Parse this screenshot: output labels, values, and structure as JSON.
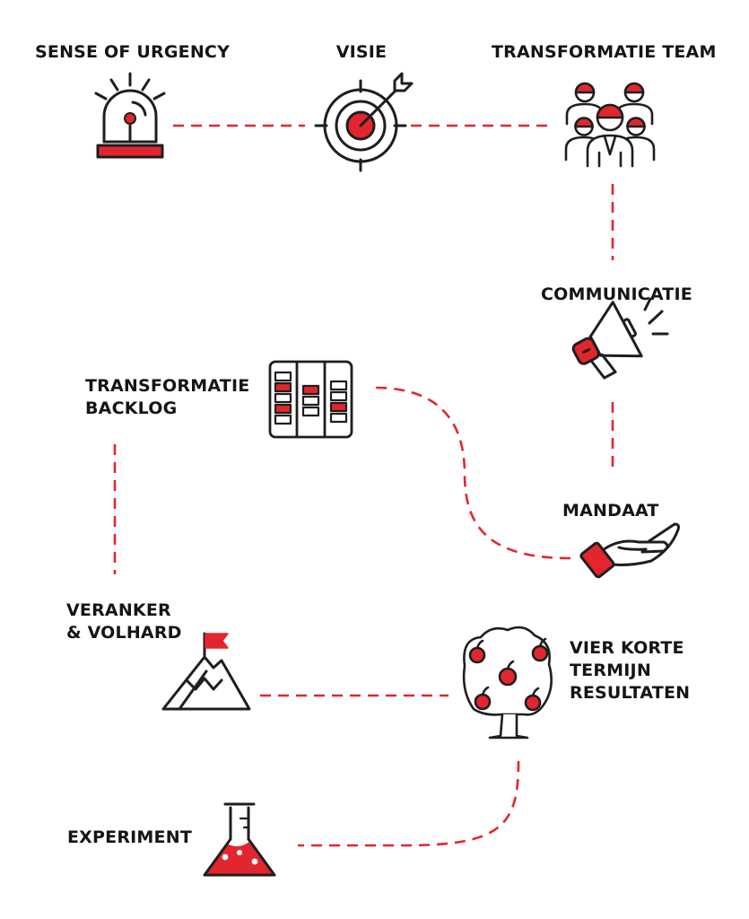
{
  "colors": {
    "accent": "#E3262E",
    "ink": "#1E1E1E",
    "connector": "#E3262E",
    "background": "#FFFFFF"
  },
  "steps": [
    {
      "id": "sense-of-urgency",
      "label_lines": [
        "SENSE OF URGENCY"
      ],
      "icon": "siren-icon"
    },
    {
      "id": "visie",
      "label_lines": [
        "VISIE"
      ],
      "icon": "target-icon"
    },
    {
      "id": "transformatie-team",
      "label_lines": [
        "TRANSFORMATIE TEAM"
      ],
      "icon": "team-icon"
    },
    {
      "id": "communicatie",
      "label_lines": [
        "COMMUNICATIE"
      ],
      "icon": "megaphone-icon"
    },
    {
      "id": "mandaat",
      "label_lines": [
        "MANDAAT"
      ],
      "icon": "hand-icon"
    },
    {
      "id": "transformatie-backlog",
      "label_lines": [
        "TRANSFORMATIE",
        "BACKLOG"
      ],
      "icon": "kanban-board-icon"
    },
    {
      "id": "veranker-volhard",
      "label_lines": [
        "VERANKER",
        "& VOLHARD"
      ],
      "icon": "mountain-flag-icon"
    },
    {
      "id": "vier-korte-termijn-resultaten",
      "label_lines": [
        "VIER KORTE",
        "TERMIJN",
        "RESULTATEN"
      ],
      "icon": "apple-tree-icon"
    },
    {
      "id": "experiment",
      "label_lines": [
        "EXPERIMENT"
      ],
      "icon": "flask-icon"
    }
  ],
  "connections": [
    {
      "from": "sense-of-urgency",
      "to": "visie"
    },
    {
      "from": "visie",
      "to": "transformatie-team"
    },
    {
      "from": "transformatie-team",
      "to": "communicatie"
    },
    {
      "from": "communicatie",
      "to": "mandaat"
    },
    {
      "from": "mandaat",
      "to": "transformatie-backlog"
    },
    {
      "from": "transformatie-backlog",
      "to": "veranker-volhard"
    },
    {
      "from": "veranker-volhard",
      "to": "vier-korte-termijn-resultaten"
    },
    {
      "from": "vier-korte-termijn-resultaten",
      "to": "experiment"
    }
  ]
}
